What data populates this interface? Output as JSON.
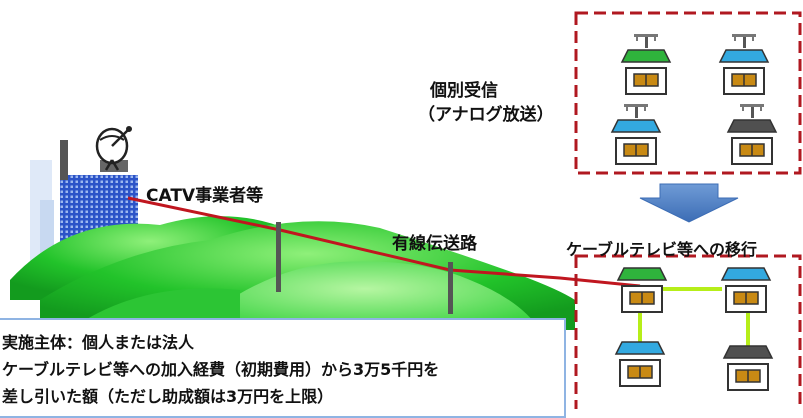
{
  "labels": {
    "individual_reception": "個別受信",
    "analog_broadcast": "（アナログ放送）",
    "catv_operator": "CATV事業者等",
    "wired_transmission": "有線伝送路",
    "migration": "ケーブルテレビ等への移行"
  },
  "description": {
    "lines": [
      "実施主体：個人または法人",
      "ケーブルテレビ等への加入経費（初期費用）から3万5千円を",
      "差し引いた額（ただし助成額は3万円を上限）"
    ]
  },
  "colors": {
    "hill_green": "#22c32a",
    "hill_light": "#7ee86a",
    "building_blue": "#2b53c8",
    "cable_red": "#c0161f",
    "cable_lime": "#b6ee19",
    "dashed_frame": "#b01820",
    "arrow_blue": "#4f7fc4",
    "desc_border": "#8fb4e3",
    "roof_green": "#2fb33c",
    "roof_blue": "#33a9e0",
    "roof_dark": "#505050",
    "house_body": "#c98a14"
  },
  "houses_top": [
    {
      "roof": "green"
    },
    {
      "roof": "blue"
    },
    {
      "roof": "blue"
    },
    {
      "roof": "dark"
    }
  ],
  "houses_bottom": [
    {
      "roof": "green"
    },
    {
      "roof": "blue"
    },
    {
      "roof": "blue"
    },
    {
      "roof": "dark"
    }
  ]
}
